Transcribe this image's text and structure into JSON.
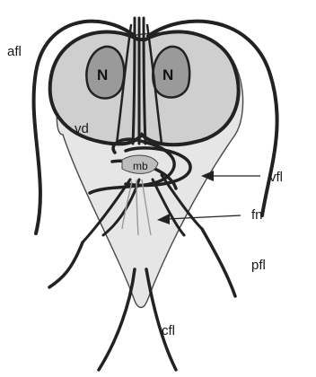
{
  "labels": {
    "afl": "afl",
    "vd": "vd",
    "mb": "mb",
    "vfl": "vfl",
    "fn": "fn",
    "pfl": "pfl",
    "cfl": "cfl",
    "nucleus_left": "N",
    "nucleus_right": "N"
  },
  "colors": {
    "body_fill": "#e6e6e6",
    "disc_fill": "#cfcfcf",
    "nucleus_fill": "#9a9a9a",
    "stroke": "#2a2a2a"
  }
}
